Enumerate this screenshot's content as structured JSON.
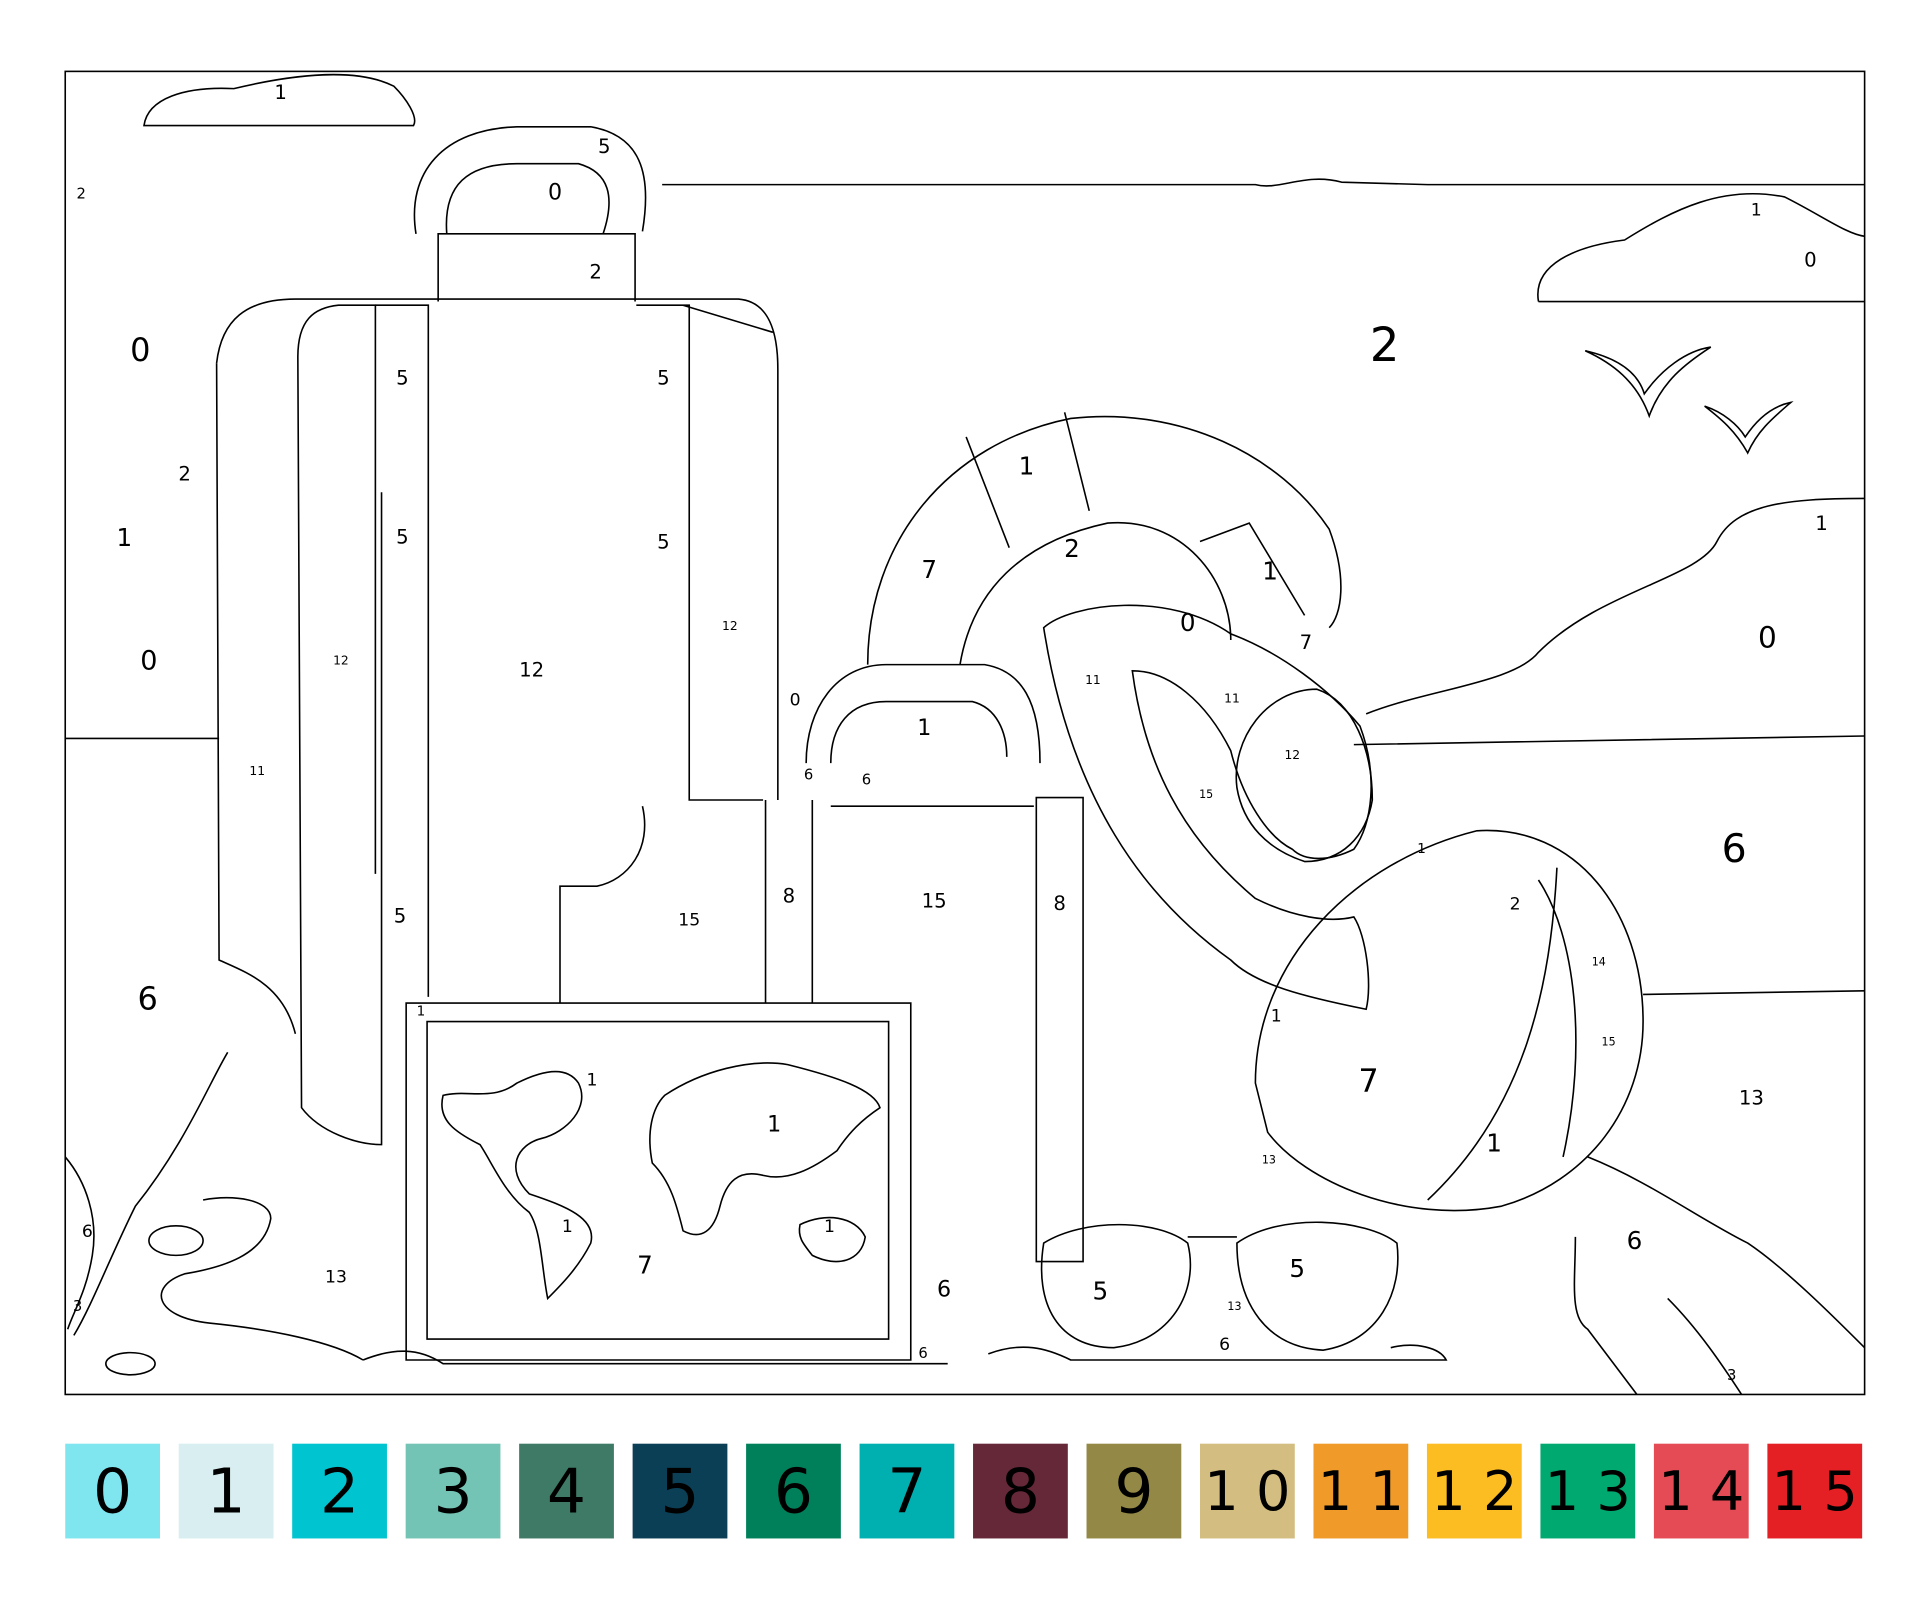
{
  "palette": [
    {
      "label": "0",
      "color": "#7fe6f0"
    },
    {
      "label": "1",
      "color": "#d8eef0"
    },
    {
      "label": "2",
      "color": "#00c4d0"
    },
    {
      "label": "3",
      "color": "#74c4b5"
    },
    {
      "label": "4",
      "color": "#3f7a66"
    },
    {
      "label": "5",
      "color": "#0a3f55"
    },
    {
      "label": "6",
      "color": "#00805a"
    },
    {
      "label": "7",
      "color": "#00b0b0"
    },
    {
      "label": "8",
      "color": "#642838"
    },
    {
      "label": "9",
      "color": "#938845"
    },
    {
      "label": "10",
      "color": "#d4bd80"
    },
    {
      "label": "11",
      "color": "#f09a2a"
    },
    {
      "label": "12",
      "color": "#fbbd22"
    },
    {
      "label": "13",
      "color": "#00a970"
    },
    {
      "label": "14",
      "color": "#e44b55"
    },
    {
      "label": "15",
      "color": "#e42024"
    }
  ],
  "region_labels": [
    "1",
    "5",
    "0",
    "2",
    "2",
    "0",
    "2",
    "5",
    "5",
    "1",
    "0",
    "2",
    "1",
    "5",
    "5",
    "1",
    "7",
    "2",
    "1",
    "0",
    "7",
    "1",
    "0",
    "0",
    "12",
    "12",
    "12",
    "11",
    "11",
    "12",
    "0",
    "1",
    "6",
    "6",
    "15",
    "6",
    "11",
    "8",
    "15",
    "8",
    "15",
    "5",
    "6",
    "1",
    "1",
    "2",
    "14",
    "15",
    "1",
    "7",
    "13",
    "1",
    "13",
    "1",
    "1",
    "1",
    "1",
    "7",
    "6",
    "13",
    "3",
    "6",
    "5",
    "5",
    "6",
    "6",
    "6",
    "3",
    "13"
  ]
}
